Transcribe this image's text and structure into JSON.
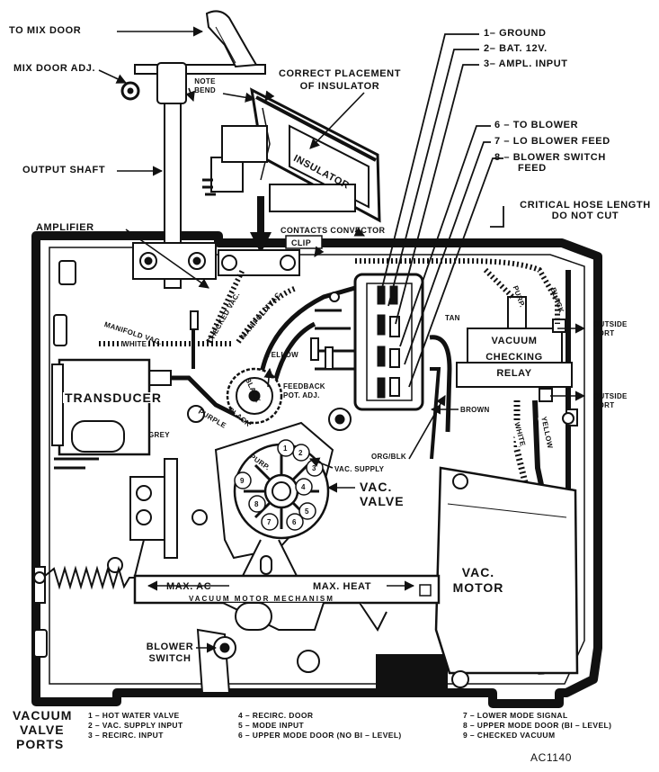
{
  "labels": {
    "to_mix_door": "TO MIX DOOR",
    "mix_door_adj": "MIX DOOR ADJ.",
    "output_shaft": "OUTPUT SHAFT",
    "amplifier": "AMPLIFIER",
    "note_bend": [
      "NOTE",
      "BEND"
    ],
    "correct_placement": [
      "CORRECT PLACEMENT",
      "OF INSULATOR"
    ],
    "insulator": "INSULATOR",
    "contacts_convector": "CONTACTS CONVECTOR",
    "clip": "CLIP",
    "ground": "1– GROUND",
    "bat": "2– BAT. 12V.",
    "ampl_input": "3– AMPL. INPUT",
    "to_blower": "6 – TO BLOWER",
    "lo_blower": "7 – LO BLOWER FEED",
    "blower_switch_feed": [
      "8 – BLOWER SWITCH",
      "FEED"
    ],
    "critical_hose": [
      "CRITICAL HOSE LENGTH",
      "DO NOT CUT"
    ],
    "manifold_vac_1": "MANIFOLD VAC.",
    "manifold_vac_2": "MANIFOLD VAC.",
    "checked_vac": "CHECKED VAC.",
    "white_1": "WHITE",
    "yellow": "YELLOW",
    "transducer": "TRANSDUCER",
    "grey": "GREY",
    "purple": "PURPLE",
    "black_1": "BLACK",
    "black_2": "BLACK",
    "black_3": "BLACK",
    "feedback_pot": [
      "FEEDBACK",
      "POT. ADJ."
    ],
    "tan": "TAN",
    "purp_1": "PURP.",
    "purp_2": "PURP.",
    "vacuum_checking_relay": [
      "VACUUM",
      "CHECKING",
      "RELAY"
    ],
    "outside_port_1": [
      "OUTSIDE",
      "PORT"
    ],
    "outside_port_2": [
      "OUTSIDE",
      "PORT"
    ],
    "brown": "BROWN",
    "org_blk": "ORG/BLK",
    "vac_supply": "VAC. SUPPLY",
    "vac_valve": [
      "VAC.",
      "VALVE"
    ],
    "white_2": "WHITE",
    "yellow_2": "YELLOW",
    "vac_motor": [
      "VAC.",
      "MOTOR"
    ],
    "max_ac": "MAX. AC",
    "max_heat": "MAX. HEAT",
    "vacuum_motor_mechanism": "VACUUM MOTOR MECHANISM",
    "blower_switch": [
      "BLOWER",
      "SWITCH"
    ],
    "vacuum_valve_ports": [
      "VACUUM",
      "VALVE",
      "PORTS"
    ],
    "figure_code": "AC1140"
  },
  "valve_ports": [
    "1",
    "2",
    "3",
    "4",
    "5",
    "6",
    "7",
    "8",
    "9"
  ],
  "legend": {
    "col1": [
      "1 – HOT WATER VALVE",
      "2 – VAC. SUPPLY INPUT",
      "3 – RECIRC. INPUT"
    ],
    "col2": [
      "4 – RECIRC. DOOR",
      "5 – MODE INPUT",
      "6 – UPPER MODE DOOR (NO BI – LEVEL)"
    ],
    "col3": [
      "7 – LOWER MODE SIGNAL",
      "8 – UPPER MODE DOOR (BI – LEVEL)",
      "9 – CHECKED VACUUM"
    ]
  }
}
